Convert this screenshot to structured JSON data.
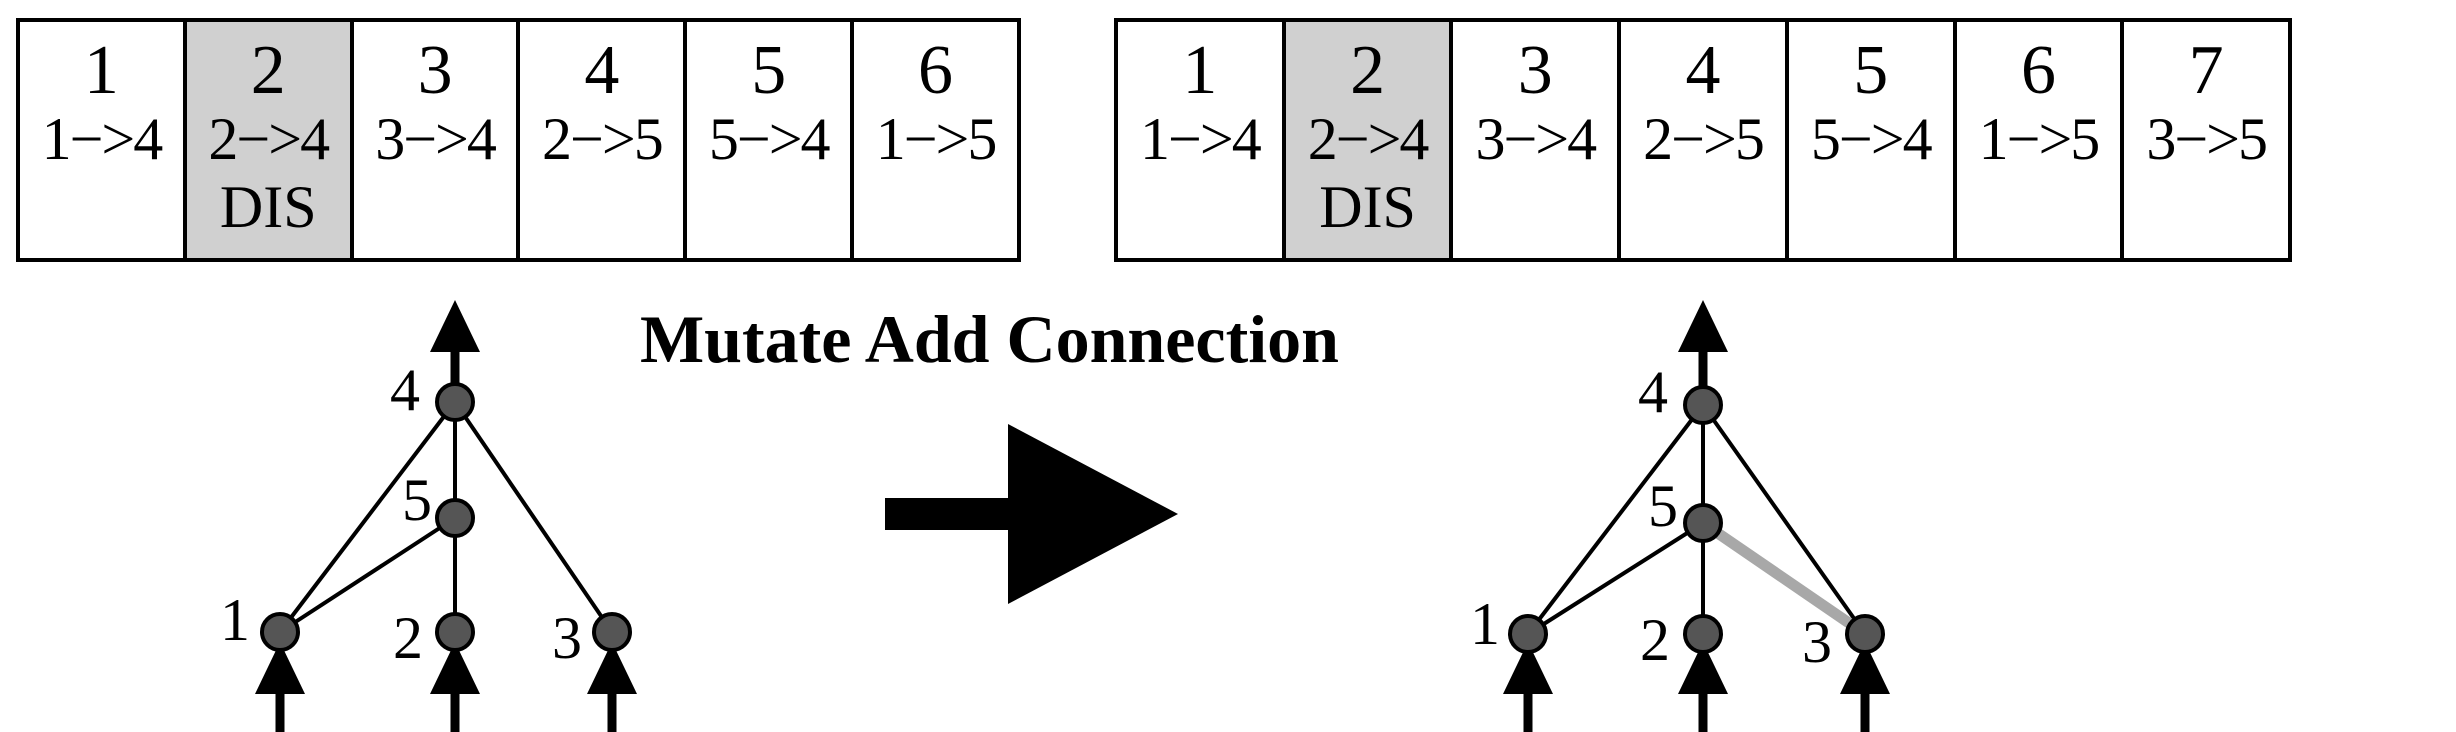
{
  "title": "Mutate Add Connection",
  "genome_before": [
    {
      "innov": "1",
      "conn": "1−>4",
      "status": ""
    },
    {
      "innov": "2",
      "conn": "2−>4",
      "status": "DIS"
    },
    {
      "innov": "3",
      "conn": "3−>4",
      "status": ""
    },
    {
      "innov": "4",
      "conn": "2−>5",
      "status": ""
    },
    {
      "innov": "5",
      "conn": "5−>4",
      "status": ""
    },
    {
      "innov": "6",
      "conn": "1−>5",
      "status": ""
    }
  ],
  "genome_after": [
    {
      "innov": "1",
      "conn": "1−>4",
      "status": ""
    },
    {
      "innov": "2",
      "conn": "2−>4",
      "status": "DIS"
    },
    {
      "innov": "3",
      "conn": "3−>4",
      "status": ""
    },
    {
      "innov": "4",
      "conn": "2−>5",
      "status": ""
    },
    {
      "innov": "5",
      "conn": "5−>4",
      "status": ""
    },
    {
      "innov": "6",
      "conn": "1−>5",
      "status": ""
    },
    {
      "innov": "7",
      "conn": "3−>5",
      "status": ""
    }
  ],
  "network_labels": {
    "node1": "1",
    "node2": "2",
    "node3": "3",
    "node4": "4",
    "node5": "5"
  },
  "colors": {
    "disabled_gene_fill": "#d0d0d0",
    "node_fill": "#555555",
    "new_connection": "#a8a8a8"
  }
}
